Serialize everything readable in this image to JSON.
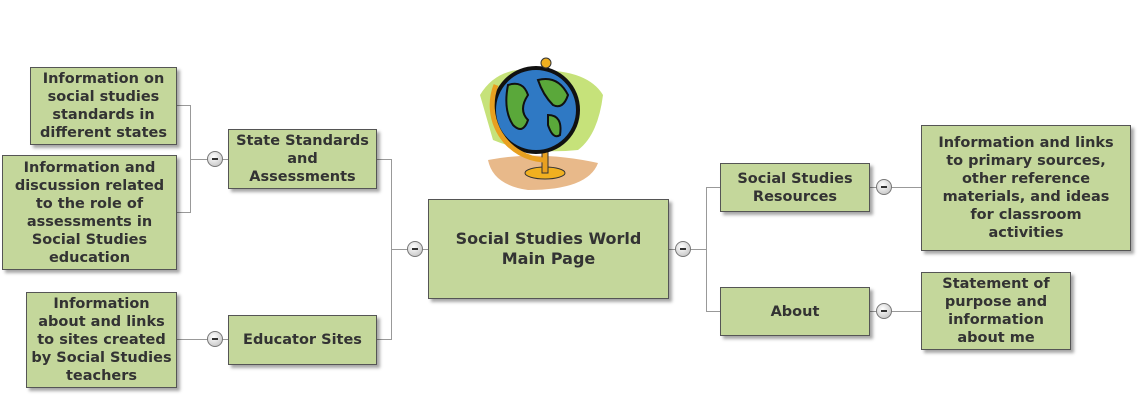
{
  "center": {
    "label": "Social Studies World Main Page"
  },
  "left_branches": [
    {
      "label": "State Standards and Assessments",
      "children": [
        "Information on social studies standards in different states",
        "Information and discussion related to the role of assessments in Social Studies education"
      ]
    },
    {
      "label": "Educator Sites",
      "children": [
        "Information about and links to sites created by Social Studies teachers"
      ]
    }
  ],
  "right_branches": [
    {
      "label": "Social Studies Resources",
      "children": [
        "Information and links to primary sources, other reference materials, and ideas for classroom activities"
      ]
    },
    {
      "label": "About",
      "children": [
        "Statement of purpose and information about me"
      ]
    }
  ],
  "colors": {
    "node_fill": "#c4d79b",
    "text": "#333333"
  }
}
